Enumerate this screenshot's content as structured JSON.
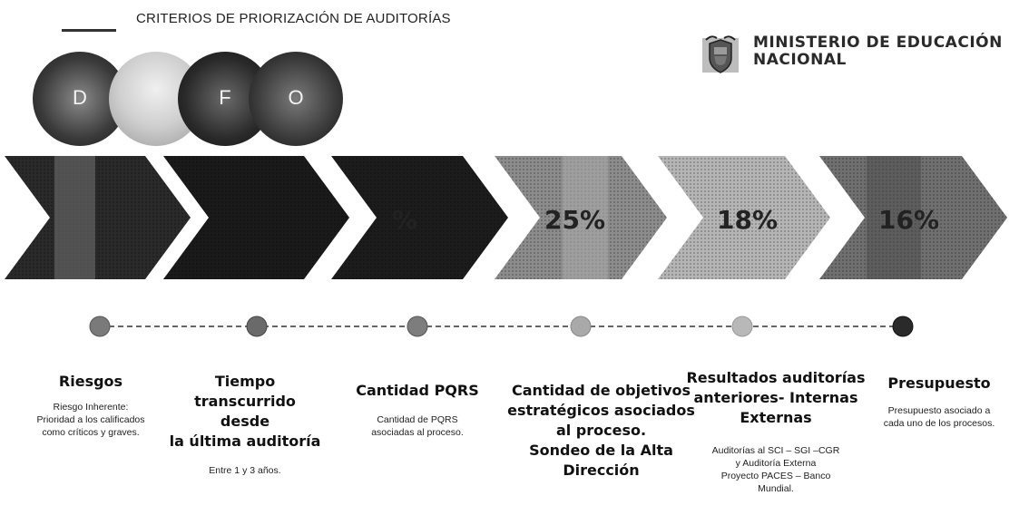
{
  "title": "CRITERIOS DE PRIORIZACIÓN DE AUDITORÍAS",
  "logo": {
    "line1": "MINISTERIO DE EDUCACIÓN",
    "line2": "NACIONAL",
    "icon": "coat-of-arms-icon"
  },
  "dofa": [
    "D",
    "",
    "F",
    "O"
  ],
  "colors": {
    "chevron1": "#2a2a2a",
    "chevron2": "#1a1a1a",
    "chevron3": "#1c1c1c",
    "chevron4": "#8c8c8c",
    "chevron5": "#b5b5b5",
    "chevron6": "#707070"
  },
  "chevrons": [
    {
      "pct": ""
    },
    {
      "pct": ""
    },
    {
      "pct": "%"
    },
    {
      "pct": "25%"
    },
    {
      "pct": "18%"
    },
    {
      "pct": "16%"
    }
  ],
  "criteria": [
    {
      "title": "Riesgos",
      "desc": "Riesgo Inherente:\nPrioridad a los calificados\ncomo críticos y graves."
    },
    {
      "title": "Tiempo\ntranscurrido desde\nla última auditoría",
      "desc": "Entre 1 y 3 años."
    },
    {
      "title": "Cantidad PQRS",
      "desc": "Cantidad de PQRS\nasociadas al proceso."
    },
    {
      "title": "Cantidad de objetivos\nestratégicos asociados\nal proceso.\nSondeo de la Alta\nDirección",
      "desc": ""
    },
    {
      "title": "Resultados auditorías\nanteriores- Internas\nExternas",
      "desc": "Auditorías al SCI – SGI –CGR\ny Auditoría Externa\nProyecto PACES – Banco\nMundial."
    },
    {
      "title": "Presupuesto",
      "desc": "Presupuesto asociado a\ncada uno de los procesos."
    }
  ]
}
